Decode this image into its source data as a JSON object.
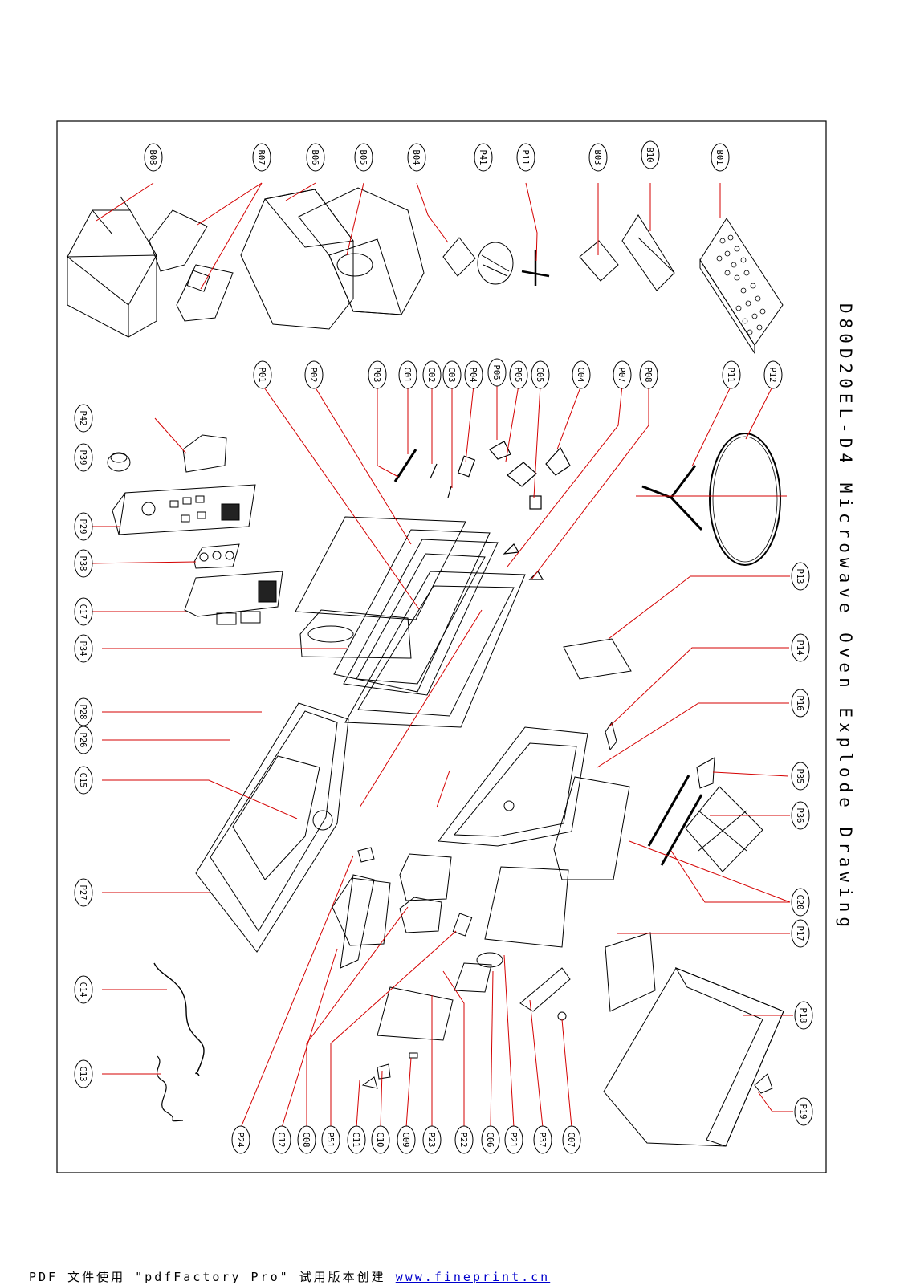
{
  "drawing": {
    "title": "D80D20EL-D4 Microwave Oven Explode Drawing",
    "callouts": [
      "B08",
      "B07",
      "B06",
      "B05",
      "B04",
      "P41",
      "P11",
      "B03",
      "B10",
      "B01",
      "P01",
      "P02",
      "P03",
      "C01",
      "C02",
      "C03",
      "P04",
      "P06",
      "P05",
      "C05",
      "C04",
      "P07",
      "P08",
      "P11",
      "P12",
      "P42",
      "P39",
      "P29",
      "P38",
      "C17",
      "P34",
      "P13",
      "P14",
      "P16",
      "P28",
      "P26",
      "C15",
      "P35",
      "P36",
      "P27",
      "C20",
      "P17",
      "C14",
      "P18",
      "C13",
      "P19",
      "P24",
      "C12",
      "C08",
      "P51",
      "C11",
      "C10",
      "C09",
      "P23",
      "P22",
      "C06",
      "P21",
      "P37",
      "C07"
    ]
  },
  "footer": {
    "text": "PDF 文件使用 \"pdfFactory Pro\" 试用版本创建",
    "link": "www.fineprint.cn"
  }
}
